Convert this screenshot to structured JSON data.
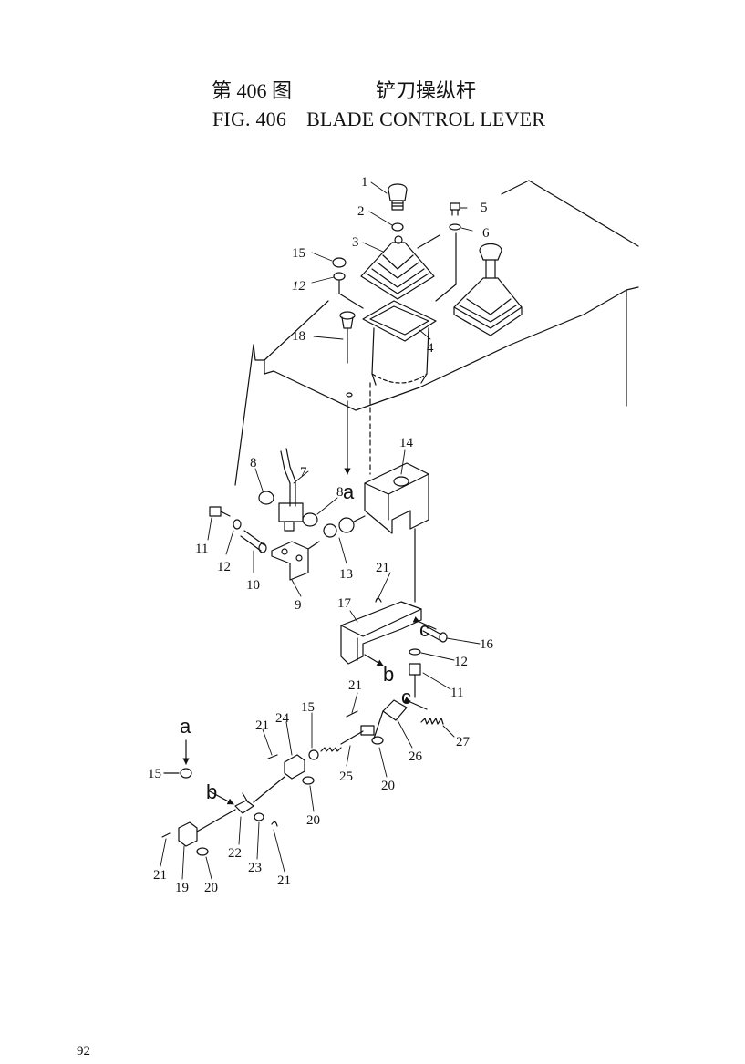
{
  "header": {
    "fig_cn": "第 406 图",
    "name_cn": "铲刀操纵杆",
    "fig_en": "FIG. 406",
    "name_en": "BLADE CONTROL LEVER"
  },
  "callouts": {
    "c1": "1",
    "c2": "2",
    "c3": "3",
    "c4": "4",
    "c5": "5",
    "c6": "6",
    "c7": "7",
    "c8a": "8",
    "c8b": "8",
    "c9": "9",
    "c10": "10",
    "c11a": "11",
    "c11b": "11",
    "c12a": "12",
    "c12b": "12",
    "c12c": "12",
    "c13": "13",
    "c14": "14",
    "c15a": "15",
    "c15b": "15",
    "c15c": "15",
    "c16": "16",
    "c17": "17",
    "c18": "18",
    "c19": "19",
    "c20a": "20",
    "c20b": "20",
    "c20c": "20",
    "c21a": "21",
    "c21b": "21",
    "c21c": "21",
    "c21d": "21",
    "c21e": "21",
    "c22": "22",
    "c23": "23",
    "c24": "24",
    "c25": "25",
    "c26": "26",
    "c27": "27"
  },
  "refs": {
    "a1": "a",
    "a2": "a",
    "b1": "b",
    "b2": "b",
    "c1": "c",
    "c2": "c"
  },
  "page_number": "92"
}
